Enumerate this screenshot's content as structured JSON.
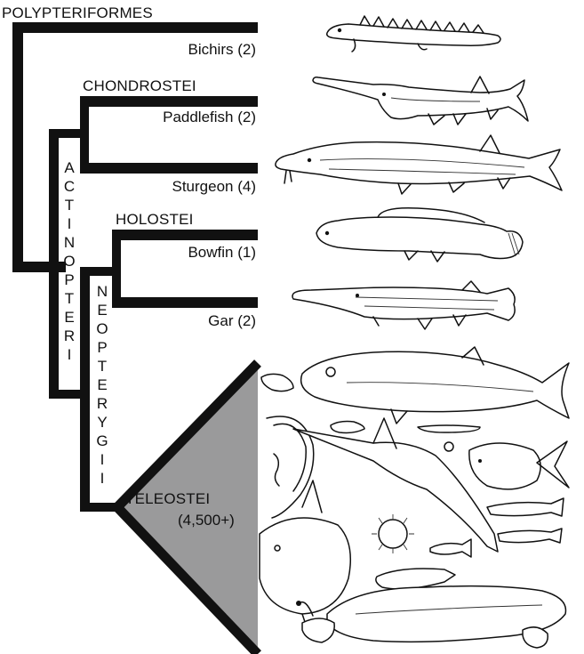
{
  "groups": {
    "polypteriformes": "POLYPTERIFORMES",
    "chondrostei": "CHONDROSTEI",
    "holostei": "HOLOSTEI",
    "teleostei": "TELEOSTEI",
    "teleostei_count": "(4,500+)"
  },
  "taxa": {
    "bichirs": "Bichirs (2)",
    "paddlefish": "Paddlefish (2)",
    "sturgeon": "Sturgeon (4)",
    "bowfin": "Bowfin (1)",
    "gar": "Gar (2)"
  },
  "clades": {
    "actinopteri": [
      "A",
      "C",
      "T",
      "I",
      "N",
      "O",
      "P",
      "T",
      "E",
      "R",
      "I"
    ],
    "neopterygii": [
      "N",
      "E",
      "O",
      "P",
      "T",
      "E",
      "R",
      "Y",
      "G",
      "I",
      "I"
    ]
  },
  "colors": {
    "branch": "#111111",
    "wedge": "#9a9a9b"
  }
}
